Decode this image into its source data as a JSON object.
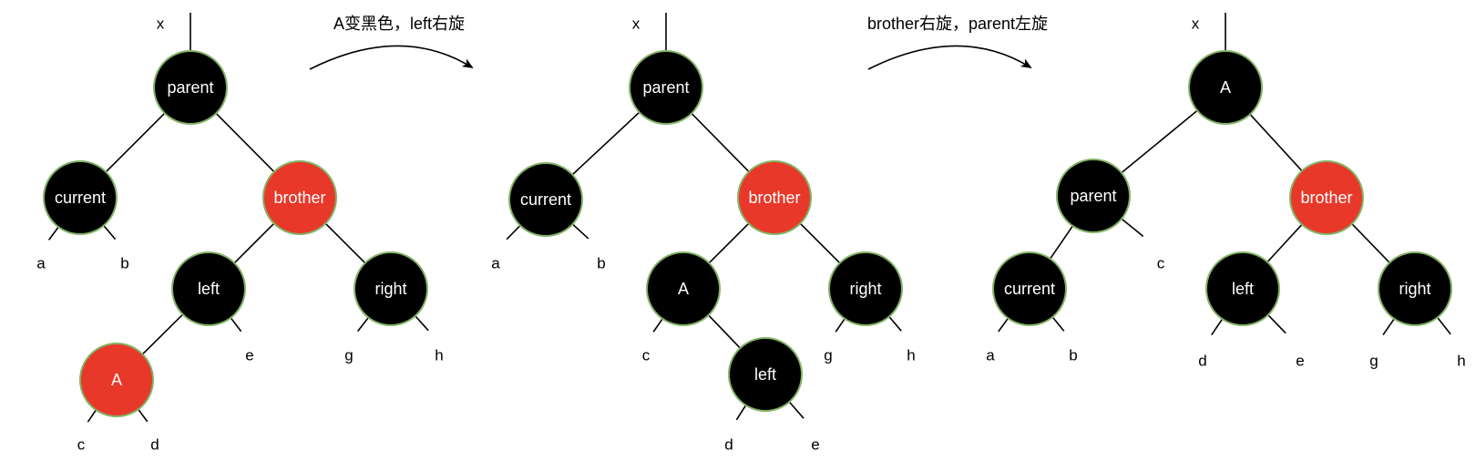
{
  "colors": {
    "black_node": "#000000",
    "red_node": "#e8382a",
    "node_border": "#82b366"
  },
  "captions": [
    "A变黑色，left右旋",
    "brother右旋，parent左旋"
  ],
  "panels": [
    {
      "root_label": "x",
      "nodes": [
        {
          "id": "parent",
          "label": "parent",
          "color": "black"
        },
        {
          "id": "current",
          "label": "current",
          "color": "black"
        },
        {
          "id": "brother",
          "label": "brother",
          "color": "red"
        },
        {
          "id": "left",
          "label": "left",
          "color": "black"
        },
        {
          "id": "right",
          "label": "right",
          "color": "black"
        },
        {
          "id": "A",
          "label": "A",
          "color": "red"
        }
      ],
      "leaves": [
        "a",
        "b",
        "e",
        "g",
        "h",
        "c",
        "d"
      ]
    },
    {
      "root_label": "x",
      "nodes": [
        {
          "id": "parent",
          "label": "parent",
          "color": "black"
        },
        {
          "id": "current",
          "label": "current",
          "color": "black"
        },
        {
          "id": "brother",
          "label": "brother",
          "color": "red"
        },
        {
          "id": "A",
          "label": "A",
          "color": "black"
        },
        {
          "id": "right",
          "label": "right",
          "color": "black"
        },
        {
          "id": "left",
          "label": "left",
          "color": "black"
        }
      ],
      "leaves": [
        "a",
        "b",
        "c",
        "g",
        "h",
        "d",
        "e"
      ]
    },
    {
      "root_label": "x",
      "nodes": [
        {
          "id": "A",
          "label": "A",
          "color": "black"
        },
        {
          "id": "parent",
          "label": "parent",
          "color": "black"
        },
        {
          "id": "brother",
          "label": "brother",
          "color": "red"
        },
        {
          "id": "current",
          "label": "current",
          "color": "black"
        },
        {
          "id": "left",
          "label": "left",
          "color": "black"
        },
        {
          "id": "right",
          "label": "right",
          "color": "black"
        }
      ],
      "leaves": [
        "c",
        "a",
        "b",
        "d",
        "e",
        "g",
        "h"
      ]
    }
  ]
}
